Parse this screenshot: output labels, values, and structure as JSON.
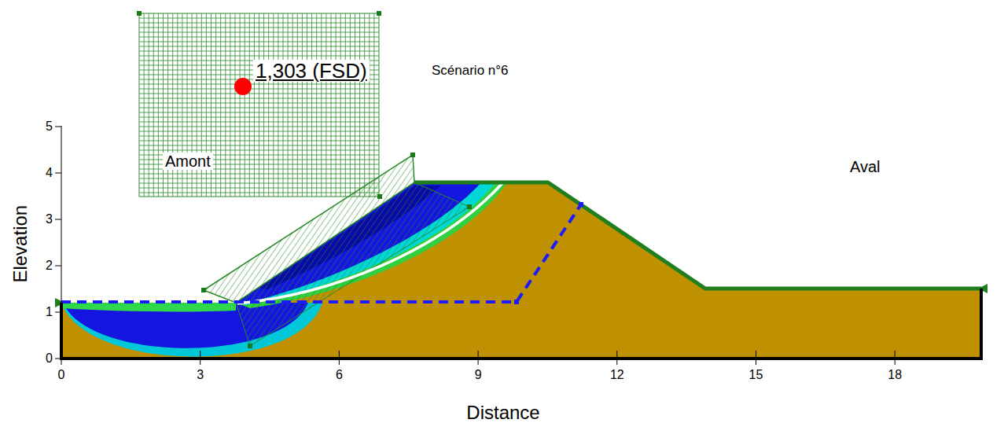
{
  "diagram": {
    "labels": [
      "1,303 (FSD)",
      "Scénario n°6",
      "Amont",
      "Aval",
      "Elevation",
      "Distance",
      "0",
      "1",
      "2",
      "3",
      "4",
      "5",
      "0",
      "3",
      "6",
      "9",
      "12",
      "15",
      "18"
    ]
  }
}
